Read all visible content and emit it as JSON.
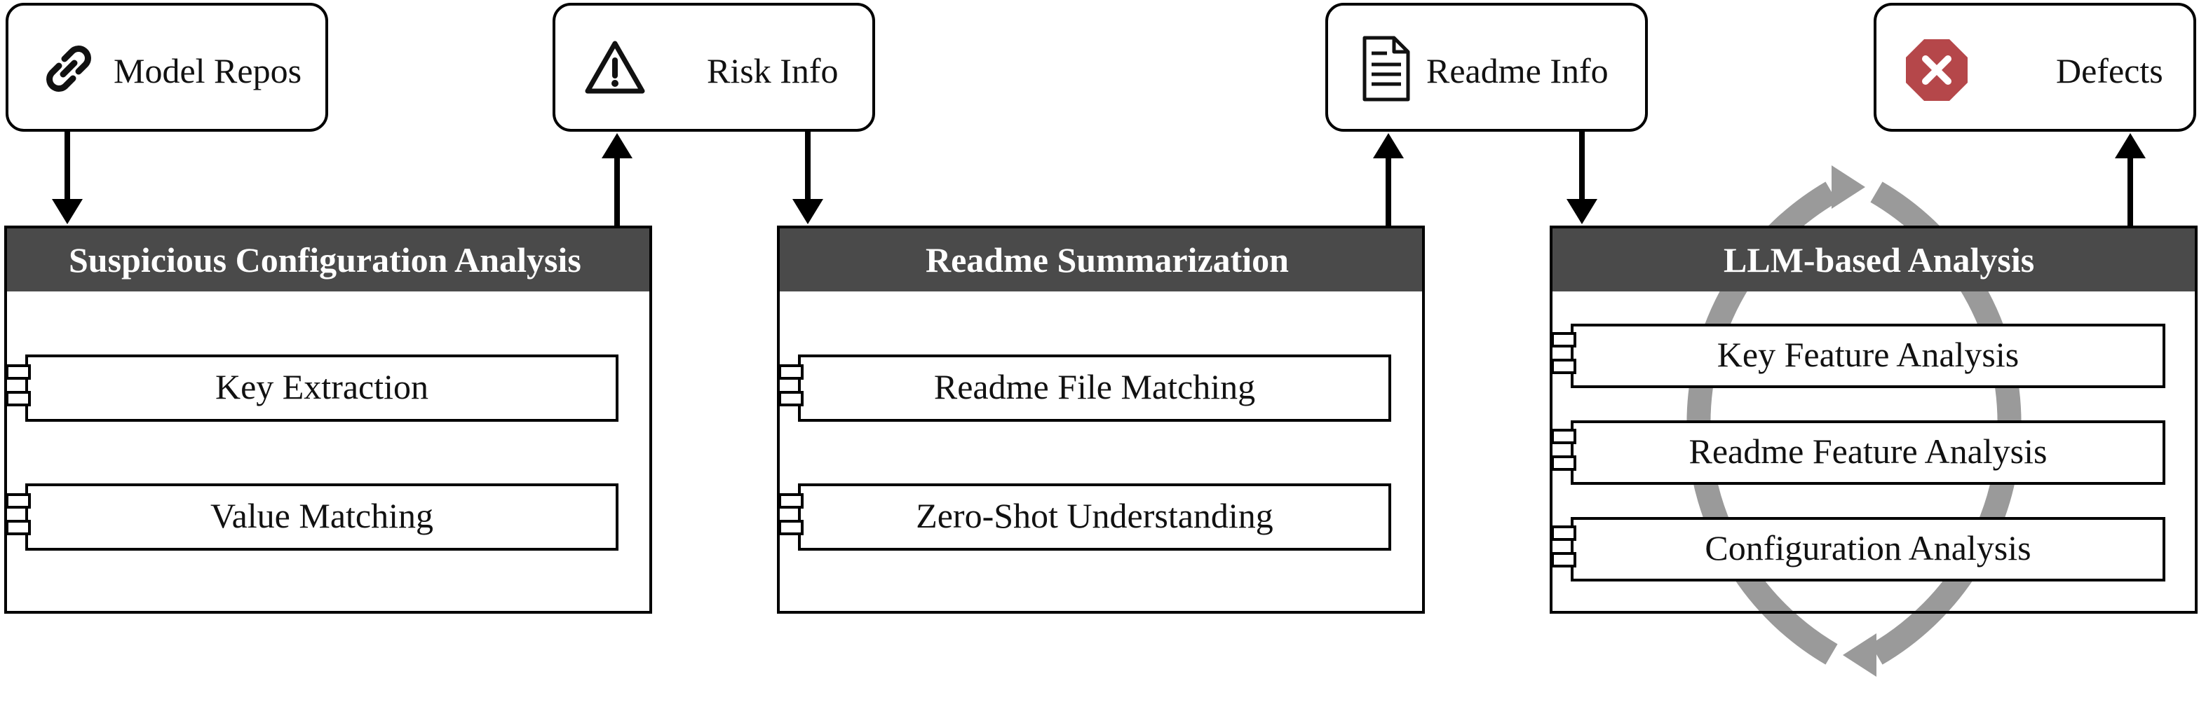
{
  "io_boxes": [
    {
      "label": "Model Repos",
      "icon": "link-icon"
    },
    {
      "label": "Risk Info",
      "icon": "warning-icon"
    },
    {
      "label": "Readme Info",
      "icon": "document-icon"
    },
    {
      "label": "Defects",
      "icon": "error-stop-icon",
      "icon_color": "#b5474a"
    }
  ],
  "panels": [
    {
      "title": "Suspicious Configuration Analysis",
      "components": [
        "Key Extraction",
        "Value Matching"
      ]
    },
    {
      "title": "Readme Summarization",
      "components": [
        "Readme File Matching",
        "Zero-Shot Understanding"
      ]
    },
    {
      "title": "LLM-based Analysis",
      "components": [
        "Key Feature Analysis",
        "Readme Feature Analysis",
        "Configuration Analysis"
      ]
    }
  ],
  "colors": {
    "header_bg": "#4a4a4a",
    "cycle_arrow": "#9a9a9a",
    "stroke": "#000000"
  }
}
